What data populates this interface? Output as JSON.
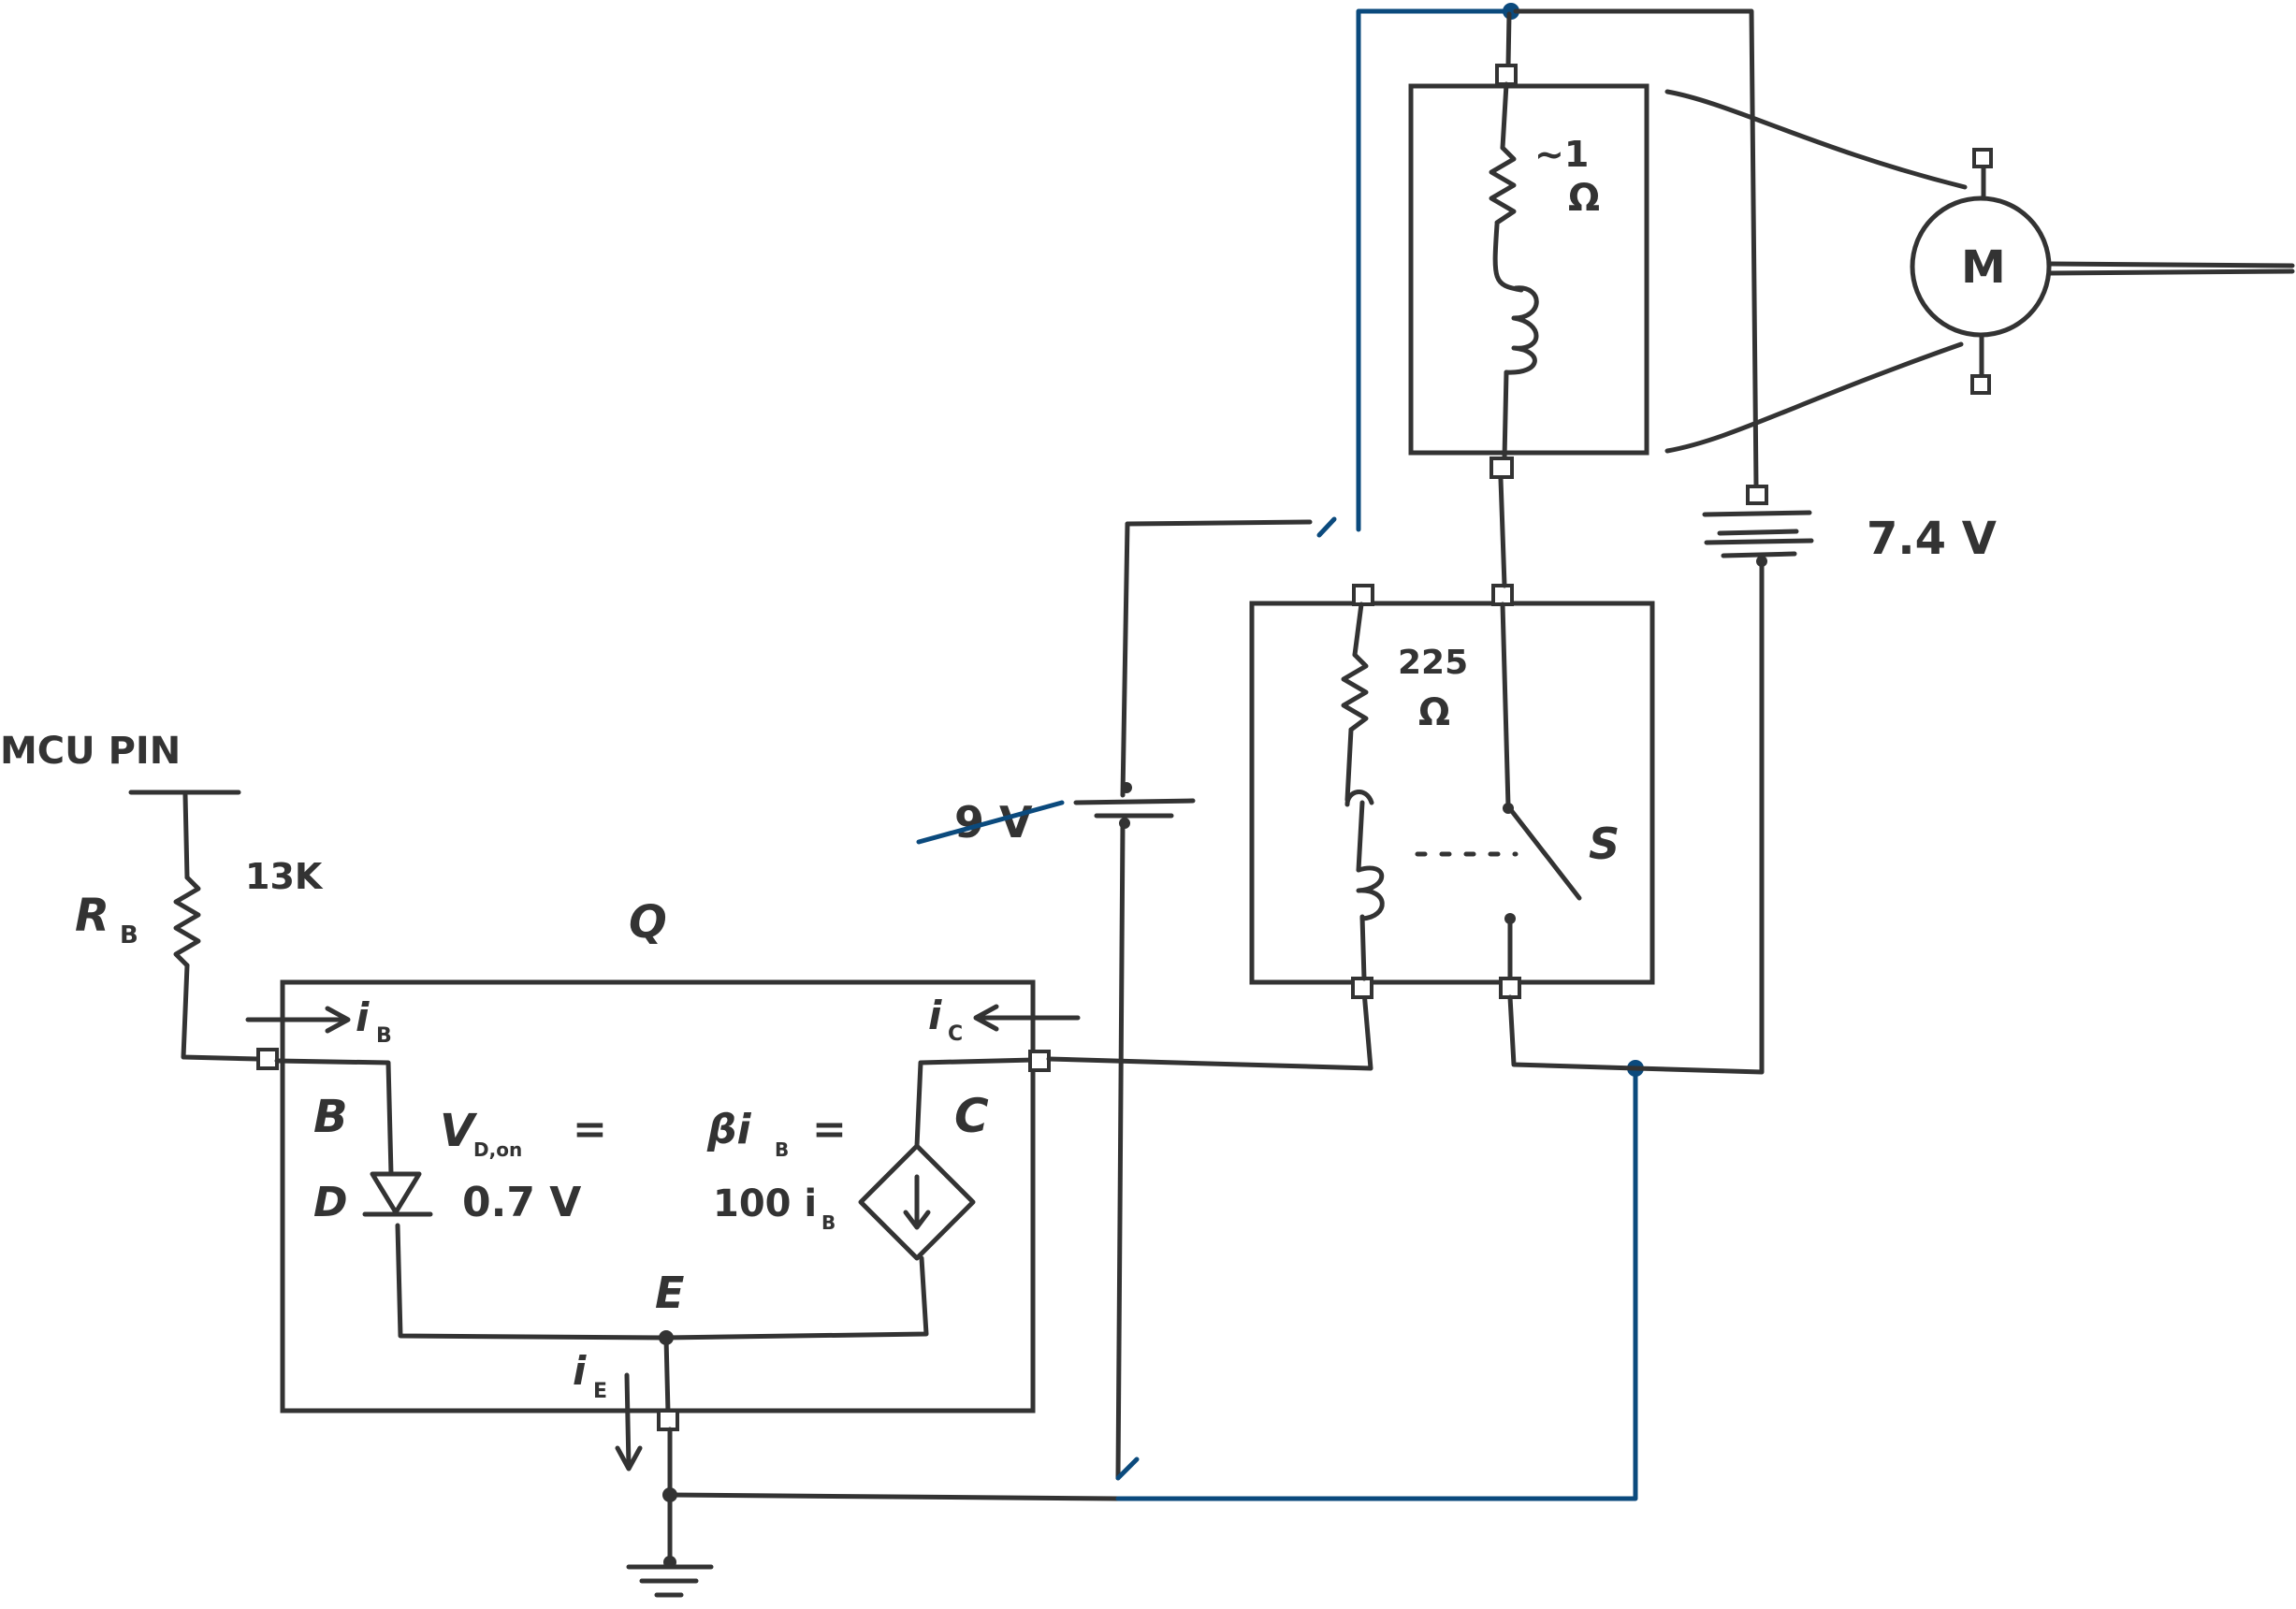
{
  "colors": {
    "ink": "#333333",
    "blue_wire": "#0b4a7d",
    "background": "#ffffff"
  },
  "labels": {
    "mcu_pin": "MCU PIN",
    "rb": "R",
    "rb_sub": "B",
    "rb_value": "13K",
    "transistor": "Q",
    "ib": "i",
    "ib_sub": "B",
    "ic": "i",
    "ic_sub": "C",
    "base": "B",
    "collector": "C",
    "emitter": "E",
    "diode": "D",
    "vd_line1": "V",
    "vd_sub": "D,on",
    "vd_eq": "=",
    "vd_line2": "0.7 V",
    "beta_line1": "βi",
    "beta_sub": "B",
    "beta_eq": "=",
    "beta_line2": "100 i",
    "beta_line2_sub": "B",
    "ie": "i",
    "ie_sub": "E",
    "relay_coil_resistance": "225",
    "relay_coil_unit": "Ω",
    "switch": "S",
    "battery_9v_struck": "9 V",
    "motor_resistance": "~1",
    "motor_unit": "Ω",
    "battery_7v": "7.4 V",
    "motor": "M"
  }
}
